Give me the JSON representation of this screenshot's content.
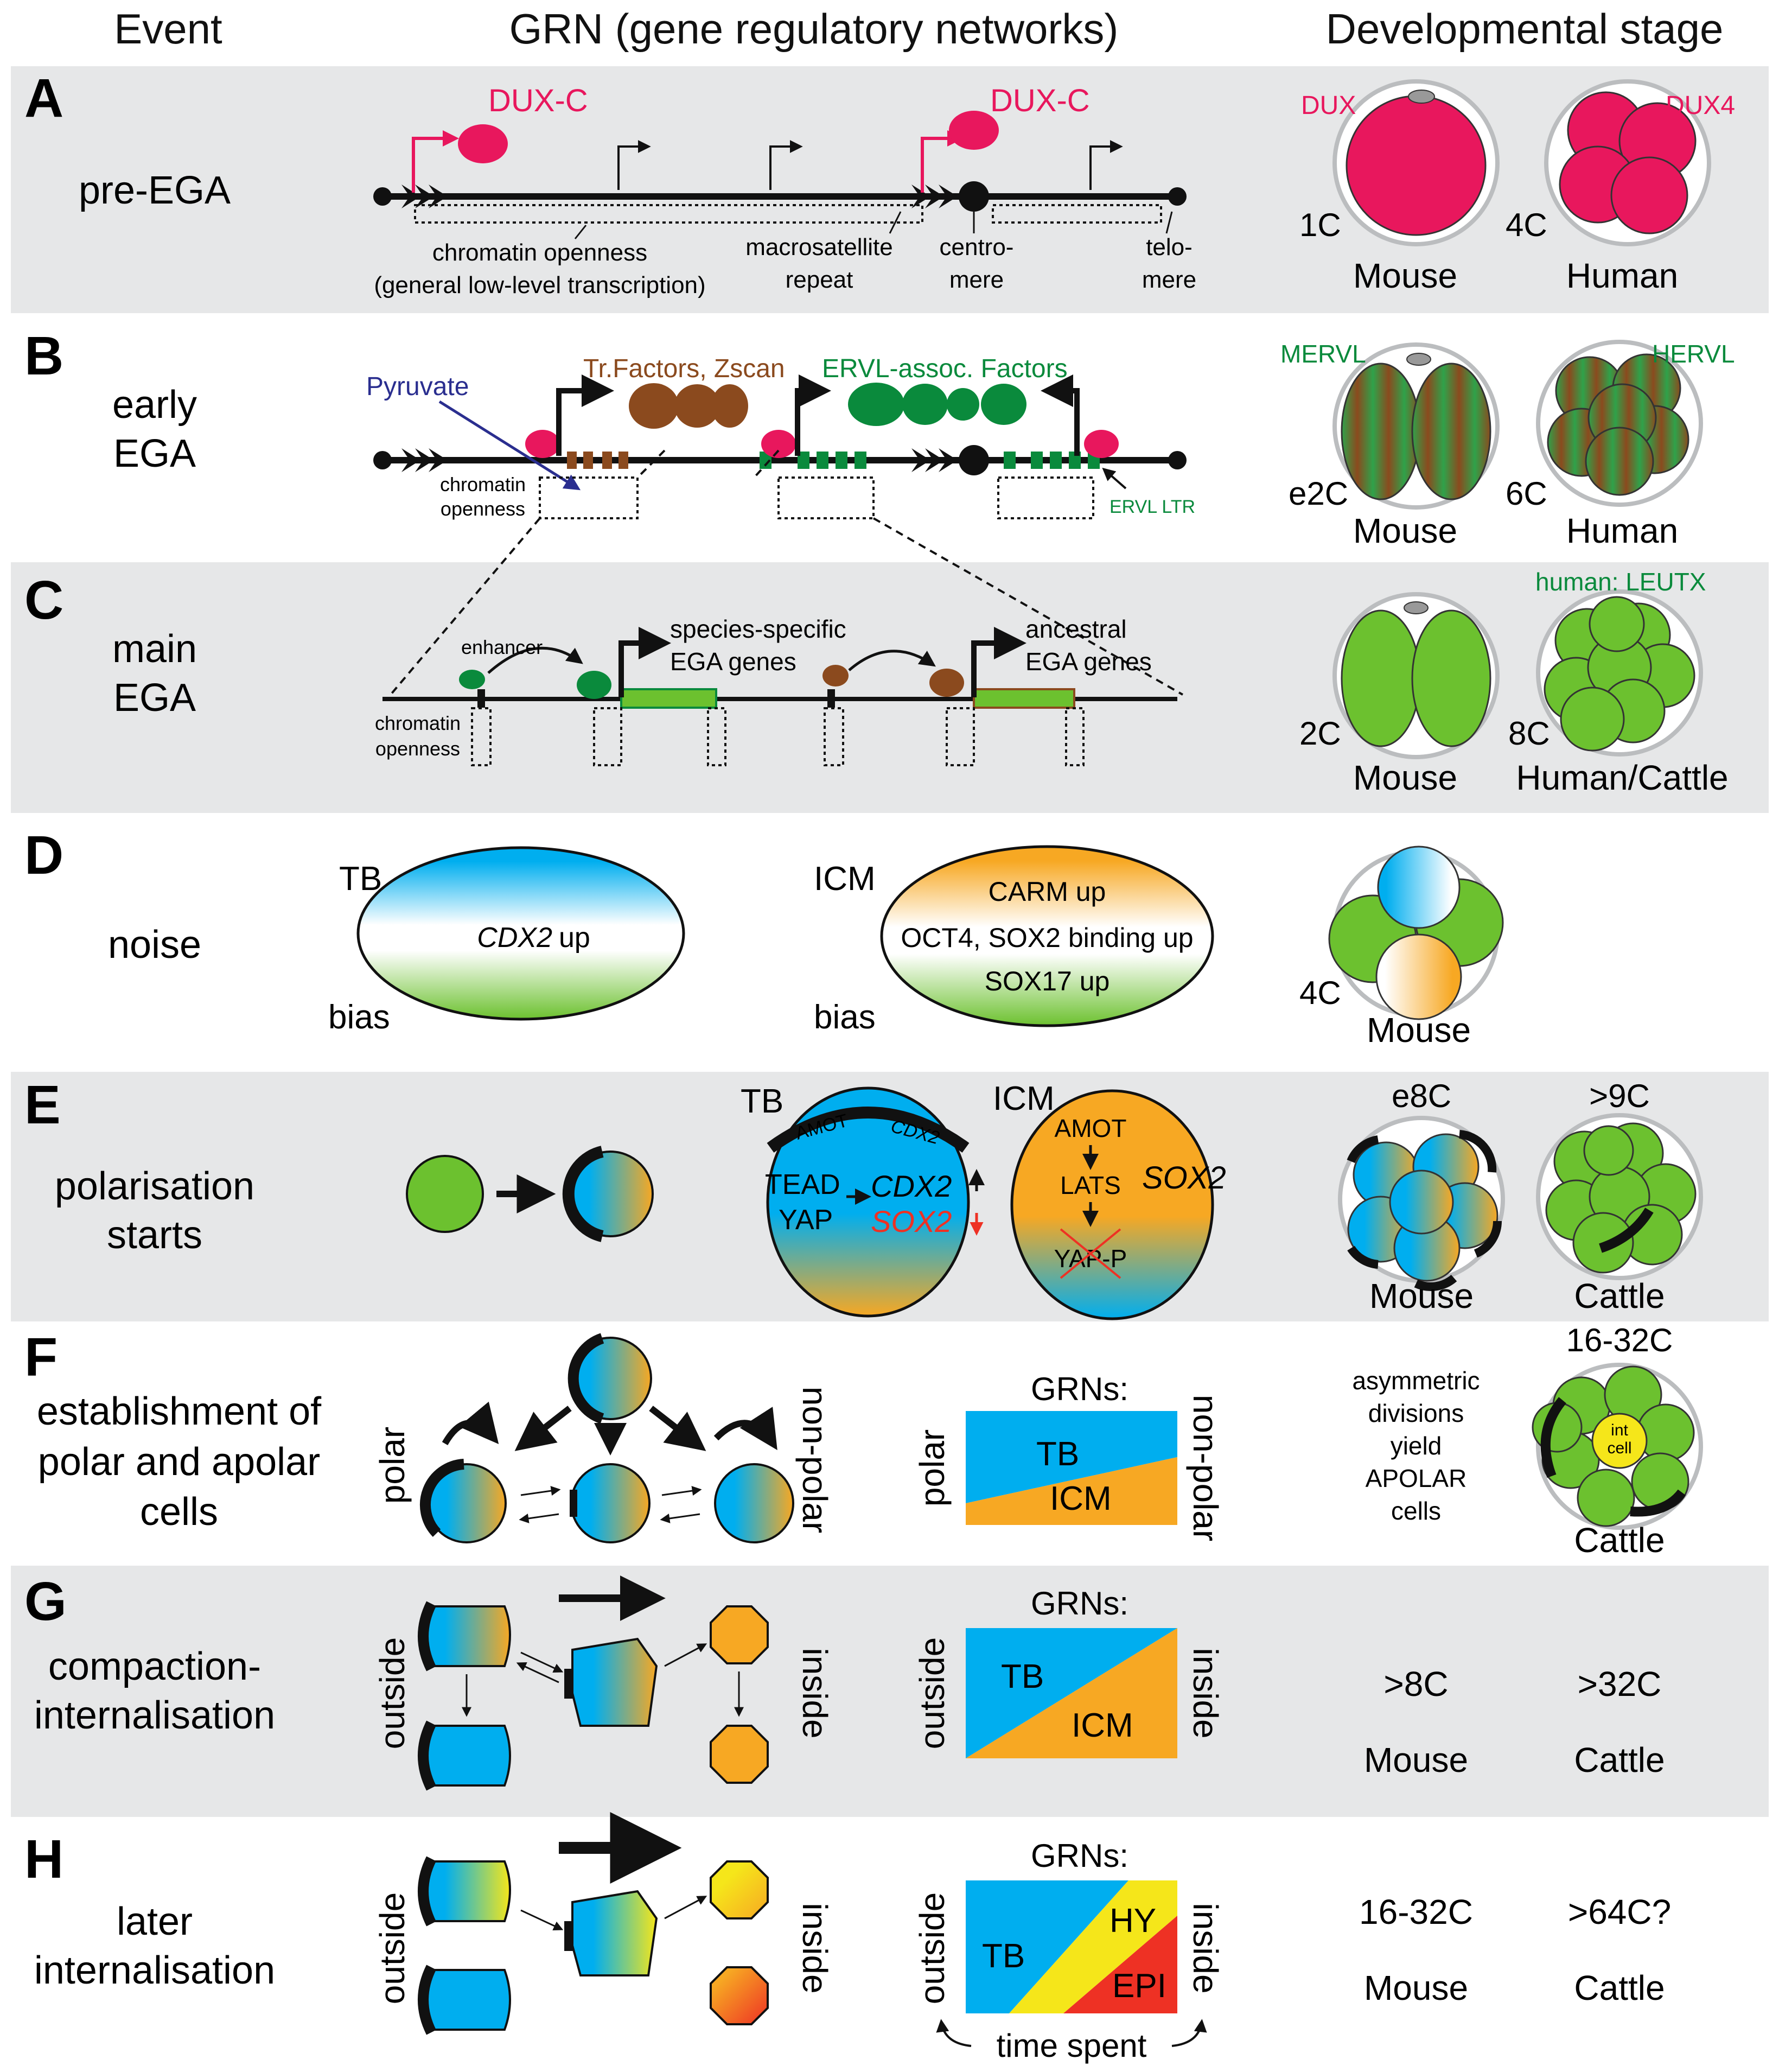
{
  "headers": {
    "event": "Event",
    "grn": "GRN (gene regulatory networks)",
    "stage": "Developmental stage"
  },
  "colors": {
    "dux": "#E8175D",
    "green": "#6CC12F",
    "dark_green": "#0A8A3C",
    "brown": "#8B4A1E",
    "blue": "#00AEEF",
    "orange": "#F7A823",
    "yellow": "#F5E61A",
    "red": "#EE3124",
    "panel_gray": "#E6E7E8",
    "navy": "#2A2E8F"
  },
  "rows": {
    "A": {
      "letter": "A",
      "event": "pre-EGA",
      "dux1": "DUX-C",
      "dux2": "DUX-C",
      "chrom1": "chromatin openness",
      "chrom2": "(general low-level transcription)",
      "macro1": "macrosatellite",
      "macro2": "repeat",
      "centro1": "centro-",
      "centro2": "mere",
      "telo1": "telo-",
      "telo2": "mere",
      "stage_left_gene": "DUX",
      "stage_right_gene": "DUX4",
      "stage_left_cell": "1C",
      "stage_right_cell": "4C",
      "species_left": "Mouse",
      "species_right": "Human"
    },
    "B": {
      "letter": "B",
      "event1": "early",
      "event2": "EGA",
      "pyruvate": "Pyruvate",
      "tf": "Tr.Factors, Zscan",
      "ervl_factors": "ERVL-assoc. Factors",
      "chrom1": "chromatin",
      "chrom2": "openness",
      "ervl_ltr": "ERVL LTR",
      "stage_left_gene": "MERVL",
      "stage_right_gene": "HERVL",
      "stage_left_cell": "e2C",
      "stage_right_cell": "6C",
      "species_left": "Mouse",
      "species_right": "Human"
    },
    "C": {
      "letter": "C",
      "event1": "main",
      "event2": "EGA",
      "enhancer": "enhancer",
      "species1": "species-specific",
      "species2": "EGA genes",
      "ancestral1": "ancestral",
      "ancestral2": "EGA genes",
      "chrom1": "chromatin",
      "chrom2": "openness",
      "human_gene": "human: LEUTX",
      "stage_left_cell": "2C",
      "stage_right_cell": "8C",
      "species_left": "Mouse",
      "species_right": "Human/Cattle"
    },
    "D": {
      "letter": "D",
      "event": "noise",
      "tb": "TB",
      "bias1": "bias",
      "cdx2": "CDX2",
      "up": "up",
      "icm": "ICM",
      "bias2": "bias",
      "carm": "CARM up",
      "oct4": "OCT4, SOX2 binding up",
      "sox17": "SOX17 up",
      "stage_cell": "4C",
      "species": "Mouse"
    },
    "E": {
      "letter": "E",
      "event1": "polarisation",
      "event2": "starts",
      "tb": "TB",
      "icm": "ICM",
      "amot": "AMOT",
      "cdx2_small": "CDX2",
      "tead": "TEAD",
      "yap": "YAP",
      "cdx2": "CDX2",
      "sox2_red": "SOX2",
      "amot2": "AMOT",
      "lats": "LATS",
      "yapp": "YAP-P",
      "sox2": "SOX2",
      "stage_left_cell": "e8C",
      "stage_right_cell": ">9C",
      "species_left": "Mouse",
      "species_right": "Cattle"
    },
    "F": {
      "letter": "F",
      "event1": "establishment of",
      "event2": "polar and apolar",
      "event3": "cells",
      "polar": "polar",
      "nonpolar": "non-polar",
      "grns": "GRNs:",
      "tb": "TB",
      "icm": "ICM",
      "asym1": "asymmetric",
      "asym2": "divisions",
      "asym3": "yield",
      "asym4": "APOLAR",
      "asym5": "cells",
      "stage_cell": "16-32C",
      "int1": "int",
      "int2": "cell",
      "species": "Cattle"
    },
    "G": {
      "letter": "G",
      "event1": "compaction-",
      "event2": "internalisation",
      "outside": "outside",
      "inside": "inside",
      "grns": "GRNs:",
      "tb": "TB",
      "icm": "ICM",
      "stage_left_cell": ">8C",
      "stage_right_cell": ">32C",
      "species_left": "Mouse",
      "species_right": "Cattle"
    },
    "H": {
      "letter": "H",
      "event1": "later",
      "event2": "internalisation",
      "outside": "outside",
      "inside": "inside",
      "grns": "GRNs:",
      "tb": "TB",
      "hy": "HY",
      "epi": "EPI",
      "time": "time spent",
      "stage_left_cell": "16-32C",
      "stage_right_cell": ">64C?",
      "species_left": "Mouse",
      "species_right": "Cattle"
    }
  }
}
